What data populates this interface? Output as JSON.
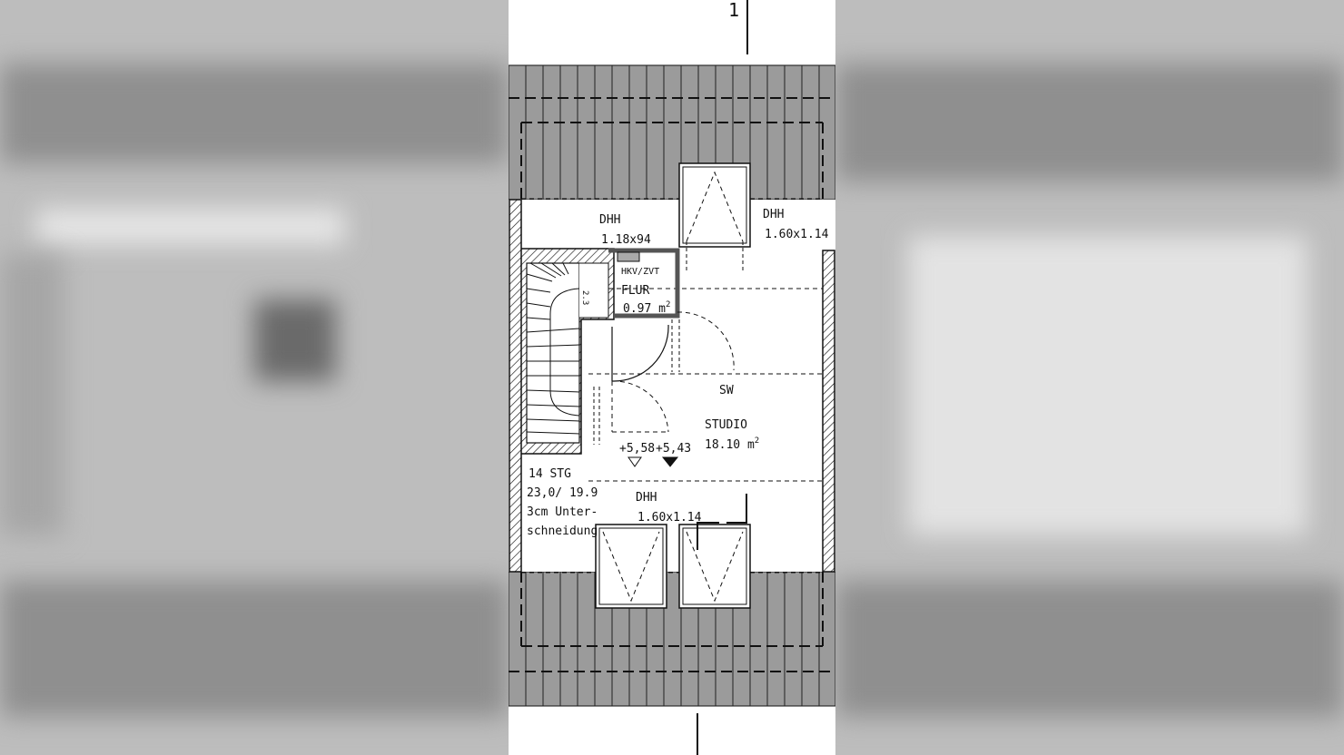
{
  "viewer": {
    "background_color": "#bdbdbd",
    "sheet_color": "#ffffff",
    "line_color": "#111111",
    "roof_fill": "#999999"
  },
  "plan": {
    "section_marker": "1",
    "rooms": {
      "flur": {
        "name": "FLUR",
        "area_value": "0.97",
        "area_unit": "m",
        "area_sup": "2",
        "fixture": "HKV/ZVT"
      },
      "studio": {
        "name": "STUDIO",
        "area_value": "18.10",
        "area_unit": "m",
        "area_sup": "2"
      }
    },
    "windows": [
      {
        "type": "DHH",
        "size": "1.18x94"
      },
      {
        "type": "DHH",
        "size": "1.60x1.14"
      },
      {
        "type": "DHH",
        "size": "1.60x1.14"
      }
    ],
    "stair": {
      "rise_mark": "2.3",
      "line1": "14  STG",
      "line2": "23,0/ 19.9",
      "line3": "3cm  Unter-",
      "line4": "schneidung"
    },
    "levels": {
      "level_a": "+5,58",
      "level_b": "+5,43"
    },
    "roof_slope_label": "SW"
  }
}
